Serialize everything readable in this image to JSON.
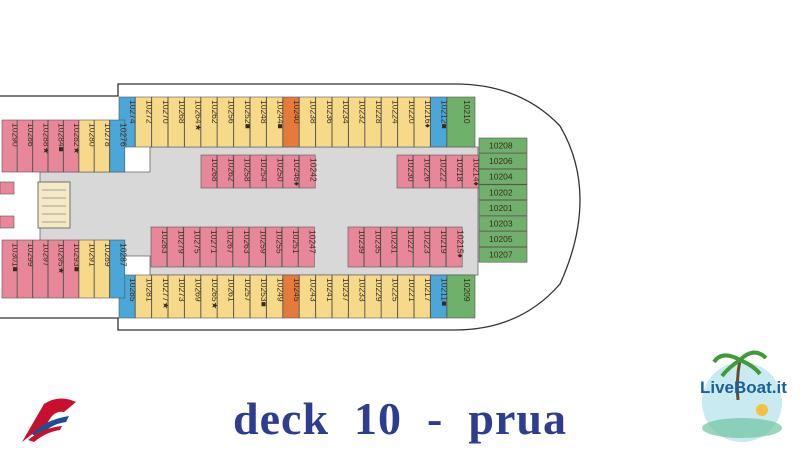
{
  "title": "deck  10  -  prua",
  "brand_logo": "LiveBoat.it",
  "colors": {
    "pink": "#e8879a",
    "yellow": "#f6d989",
    "orange": "#e57a3c",
    "blue": "#4aa7d7",
    "green": "#6fb06a",
    "gray": "#d8d8d8",
    "title": "#2e3d8f"
  },
  "cabins": {
    "top_outer": [
      "10274",
      "10272",
      "10270",
      "10268",
      "10264★",
      "10262",
      "10256",
      "10252■",
      "10248",
      "10244■",
      "10240",
      "10238",
      "10236",
      "10234",
      "10232",
      "10228",
      "10224",
      "10220",
      "10216♦",
      "10212■",
      "10210"
    ],
    "top_inner_left": [
      "10268",
      "10262",
      "10258",
      "10254",
      "10250",
      "10246♦",
      "10242"
    ],
    "top_inner_right": [
      "10230",
      "10226",
      "10222",
      "10218",
      "10214♦"
    ],
    "bot_inner_left": [
      "10283",
      "10279",
      "10275",
      "10271",
      "10267",
      "10263",
      "10259",
      "10255",
      "10251",
      "10247"
    ],
    "bot_inner_right": [
      "10239",
      "10235",
      "10231",
      "10227",
      "10223",
      "10219",
      "10215♦"
    ],
    "bot_outer": [
      "10285",
      "10281",
      "10277★",
      "10273",
      "10269",
      "10265★",
      "10261",
      "10257",
      "10253■",
      "10249",
      "10245",
      "10243",
      "10241",
      "10237",
      "10233",
      "10229",
      "10225",
      "10221",
      "10217",
      "10211■",
      "10209"
    ],
    "bow": [
      "10208",
      "10206",
      "10204",
      "10202",
      "10201",
      "10203",
      "10205",
      "10207"
    ],
    "aft_top": [
      "10290",
      "10286",
      "10288★",
      "10284■",
      "10282★",
      "10280",
      "10278",
      "10276"
    ],
    "aft_bot": [
      "10301■",
      "10299",
      "10297",
      "10295★",
      "10293■",
      "10291",
      "10289",
      "10287"
    ]
  }
}
